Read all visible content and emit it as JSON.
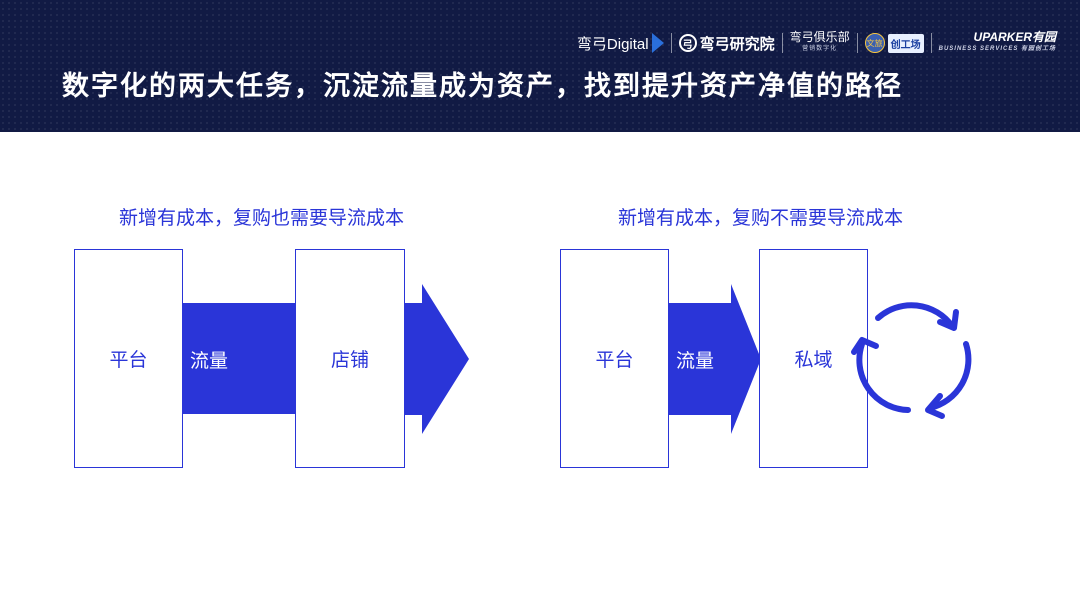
{
  "header": {
    "title": "数字化的两大任务，沉淀流量成为资产，找到提升资产净值的路径",
    "logos": {
      "digital": "弯弓Digital",
      "institute_mark": "弓",
      "institute": "弯弓研究院",
      "club": "弯弓俱乐部",
      "club_sub": "营销数字化",
      "workshop_badge": "文旅",
      "workshop": "创工场",
      "uparker": "UPARKER有园",
      "uparker_sub": "BUSINESS SERVICES  有园创工场"
    }
  },
  "left": {
    "caption": "新增有成本，复购也需要导流成本",
    "source_box": "平台",
    "flow": "流量",
    "target_box": "店铺"
  },
  "right": {
    "caption": "新增有成本，复购不需要导流成本",
    "source_box": "平台",
    "flow": "流量",
    "target_box": "私域",
    "cycle_icon": "refresh-cycle-icon"
  },
  "colors": {
    "header_bg": "#111a44",
    "accent": "#2a35d8",
    "title_text": "#ffffff"
  }
}
